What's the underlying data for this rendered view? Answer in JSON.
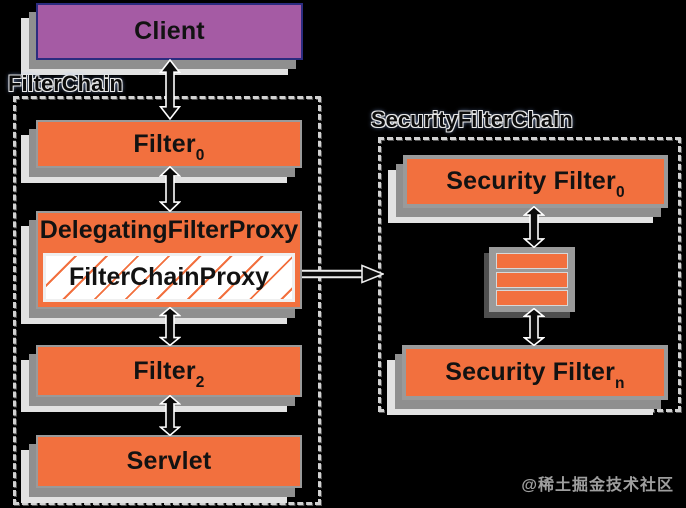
{
  "client": {
    "label": "Client"
  },
  "filter_chain": {
    "label": "FilterChain",
    "filter0": {
      "base": "Filter",
      "sub": "0"
    },
    "delegating_filter_proxy": {
      "label": "DelegatingFilterProxy"
    },
    "filter_chain_proxy": {
      "label": "FilterChainProxy"
    },
    "filter2": {
      "base": "Filter",
      "sub": "2"
    },
    "servlet": {
      "label": "Servlet"
    }
  },
  "security_filter_chain": {
    "label": "SecurityFilterChain",
    "filter0": {
      "base": "Security Filter",
      "sub": "0"
    },
    "filtern": {
      "base": "Security Filter",
      "sub": "n"
    }
  },
  "icons": {
    "vertical_connector": "double-vertical-arrow",
    "chain_link": "right-arrow",
    "more_filters": "filter-stack"
  },
  "colors": {
    "orange": "#F2703E",
    "purple": "#A55BA4",
    "client_border": "#2B2B7F",
    "box_border_gray": "#9A9A9A",
    "background": "#000000"
  },
  "watermark": "@稀土掘金技术社区"
}
